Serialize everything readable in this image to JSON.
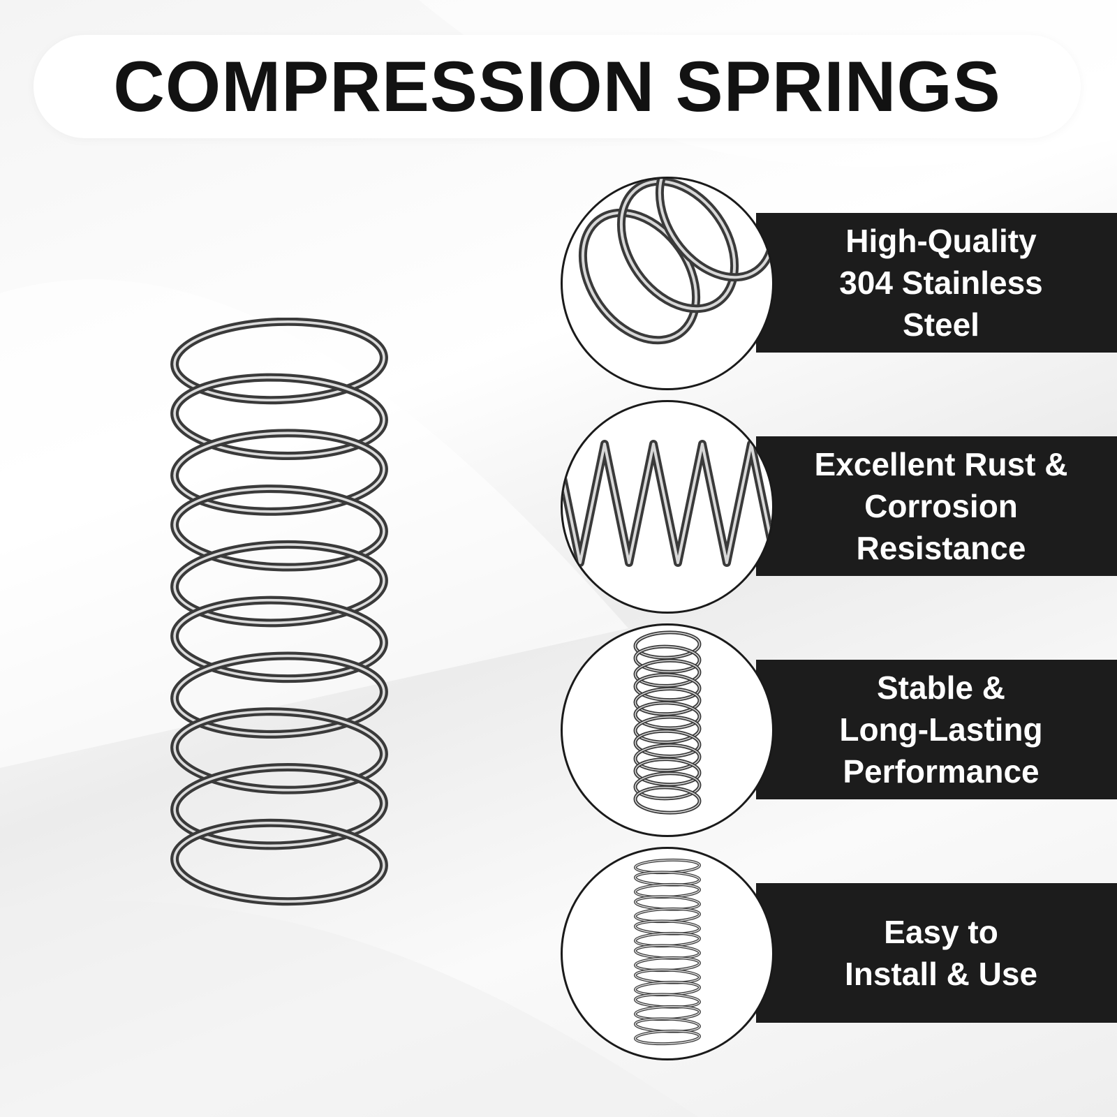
{
  "title": "COMPRESSION SPRINGS",
  "product_image": "stainless-steel-compression-spring",
  "features": [
    {
      "icon": "spring-end-closeup",
      "text": "High-Quality\n304 Stainless\nSteel"
    },
    {
      "icon": "spring-side-closeup",
      "text": "Excellent Rust &\nCorrosion\nResistance"
    },
    {
      "icon": "spring-full-view",
      "text": "Stable &\nLong-Lasting\nPerformance"
    },
    {
      "icon": "spring-thin-coils",
      "text": "Easy to\nInstall & Use"
    }
  ],
  "colors": {
    "band": "#1c1c1c",
    "title": "#121212",
    "wire": "#3a3a3a"
  }
}
